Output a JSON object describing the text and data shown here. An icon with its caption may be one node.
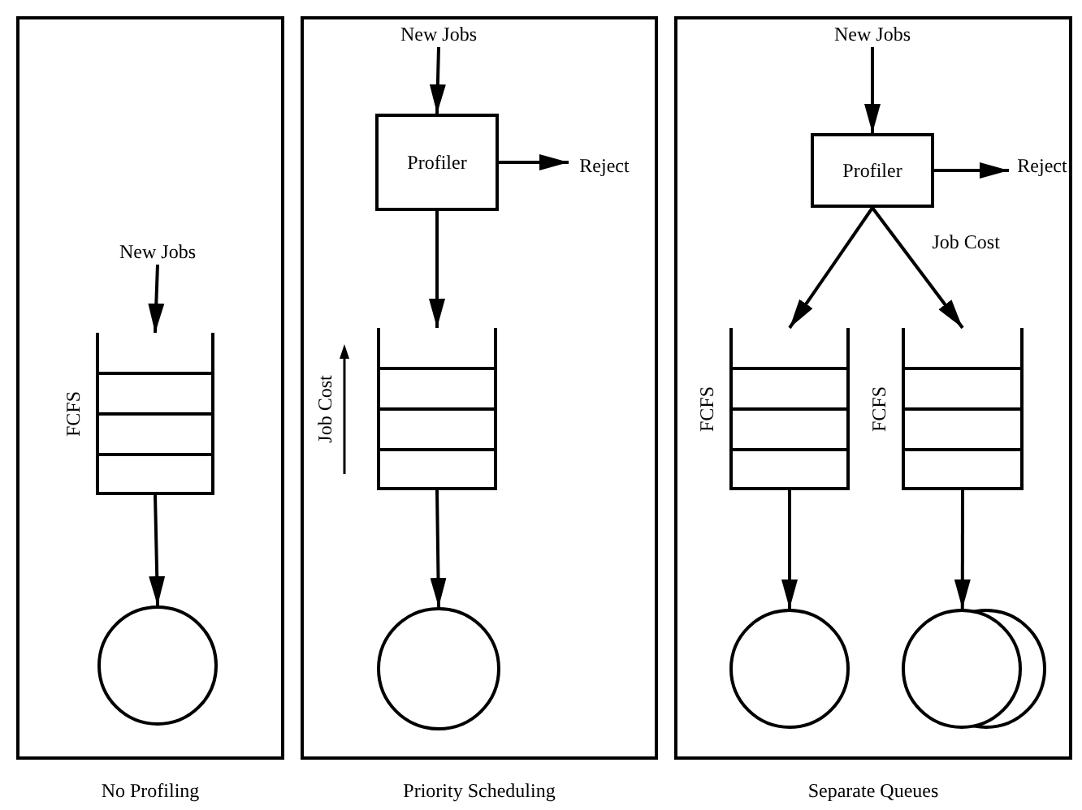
{
  "diagram": {
    "nodes": [
      {
        "text": [
          "No Profiling"
        ]
      },
      {
        "text": [
          "New Jobs"
        ],
        "in": 0
      },
      {
        "text": [],
        "shape": "queue",
        "beside": [
          "FCFS"
        ],
        "in": 0
      },
      {
        "text": [],
        "shape": "circle",
        "in": 0
      },
      {
        "text": [
          "Priority Scheduling"
        ]
      },
      {
        "text": [
          "New Jobs"
        ],
        "in": 4
      },
      {
        "text": [
          "Profiler"
        ],
        "in": 4
      },
      {
        "text": [
          "Reject"
        ],
        "in": 4
      },
      {
        "text": [],
        "shape": "queue",
        "beside": [
          "Job Cost"
        ],
        "in": 4
      },
      {
        "text": [],
        "shape": "circle",
        "in": 4
      },
      {
        "text": [
          "Separate Queues"
        ]
      },
      {
        "text": [
          "New Jobs"
        ],
        "in": 10
      },
      {
        "text": [
          "Profiler"
        ],
        "in": 10
      },
      {
        "text": [
          "Reject"
        ],
        "in": 10
      },
      {
        "text": [],
        "shape": "queue",
        "beside": [
          "FCFS"
        ],
        "in": 10
      },
      {
        "text": [],
        "shape": "queue",
        "beside": [
          "FCFS"
        ],
        "in": 10
      },
      {
        "text": [],
        "shape": "circle",
        "in": 10
      },
      {
        "text": [],
        "shape": "double-circle",
        "in": 10
      }
    ],
    "edges": [
      {
        "from": 1,
        "to": 2,
        "arrow": "to"
      },
      {
        "from": 2,
        "to": 3,
        "arrow": "to"
      },
      {
        "from": 5,
        "to": 6,
        "arrow": "to"
      },
      {
        "from": 6,
        "to": 7,
        "arrow": "to"
      },
      {
        "from": 6,
        "to": 8,
        "arrow": "to"
      },
      {
        "from": 8,
        "to": 9,
        "arrow": "to"
      },
      {
        "from": 11,
        "to": 12,
        "arrow": "to"
      },
      {
        "from": 12,
        "to": 13,
        "arrow": "to"
      },
      {
        "from": 12,
        "to": 14,
        "arrow": "to"
      },
      {
        "from": 12,
        "to": 15,
        "arrow": "to",
        "label": "Job Cost"
      },
      {
        "from": 14,
        "to": 16,
        "arrow": "to"
      },
      {
        "from": 15,
        "to": 17,
        "arrow": "to"
      }
    ]
  }
}
